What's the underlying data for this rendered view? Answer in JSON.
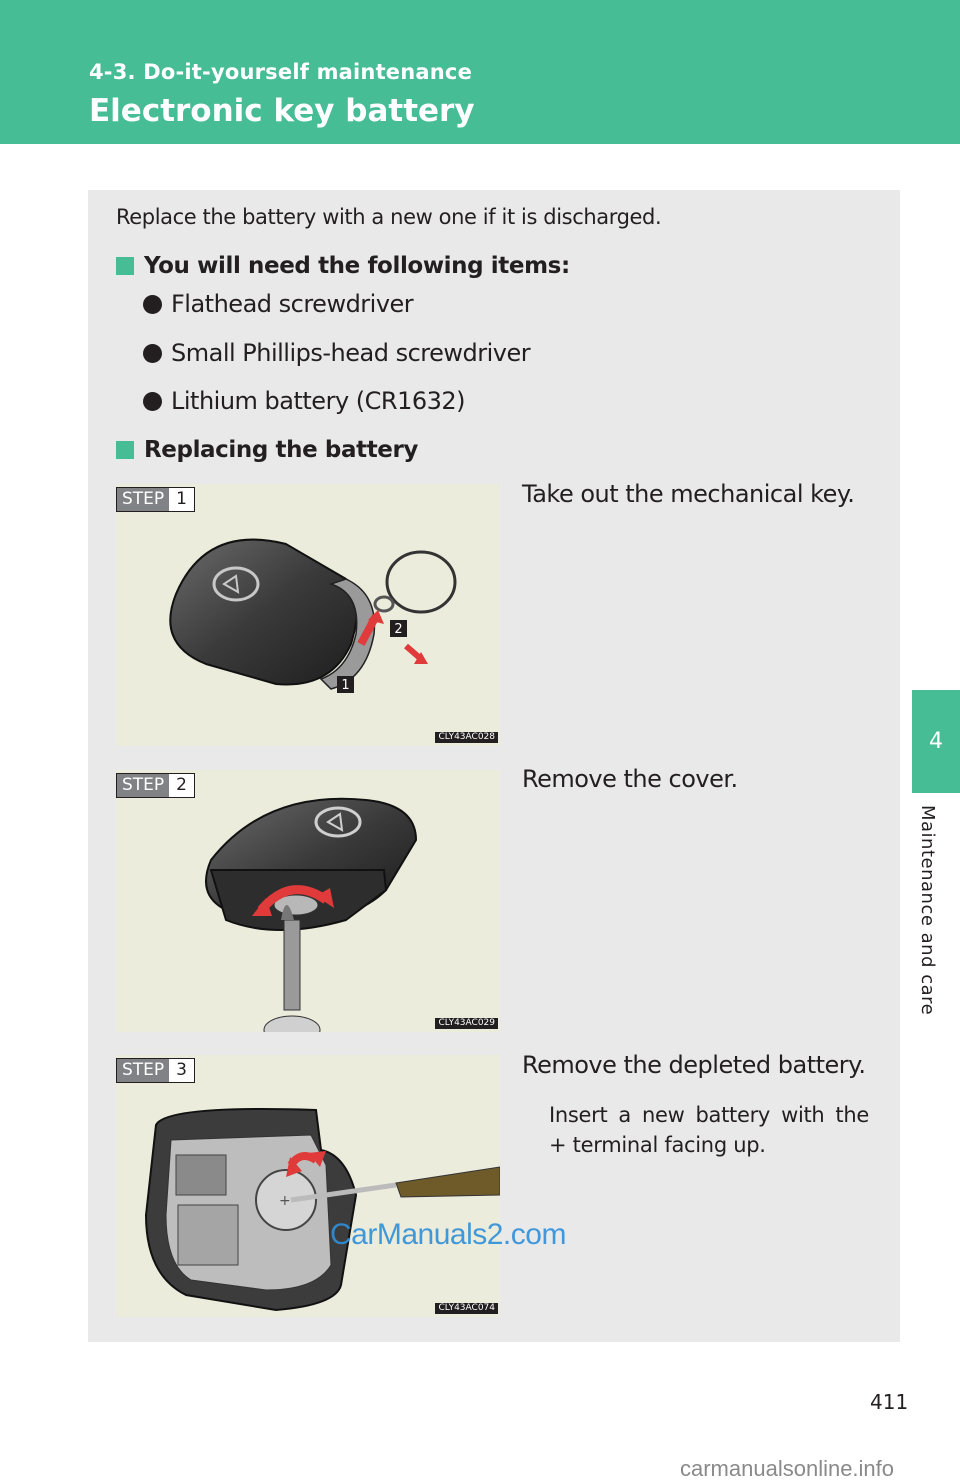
{
  "header": {
    "section": "4-3. Do-it-yourself maintenance",
    "title": "Electronic key battery"
  },
  "side_tab": {
    "chapter_number": "4",
    "chapter_title": "Maintenance and care"
  },
  "intro": "Replace the battery with a new one if it is discharged.",
  "items_heading": "You will need the following items:",
  "items": [
    "Flathead screwdriver",
    "Small Phillips-head screwdriver",
    "Lithium battery (CR1632)"
  ],
  "replacing_heading": "Replacing the battery",
  "steps": [
    {
      "step_word": "STEP",
      "number": "1",
      "text": "Take out the mechanical key.",
      "image_code": "CLY43AC028",
      "callouts": [
        "1",
        "2"
      ]
    },
    {
      "step_word": "STEP",
      "number": "2",
      "text": "Remove the cover.",
      "image_code": "CLY43AC029"
    },
    {
      "step_word": "STEP",
      "number": "3",
      "text": "Remove the depleted battery.",
      "note": "Insert a new battery with the + terminal facing up.",
      "image_code": "CLY43AC074"
    }
  ],
  "watermark": "CarManuals2.com",
  "page_number": "411",
  "footer_site": "carmanualsonline.info",
  "colors": {
    "accent": "#46bd94",
    "panel": "#e9e9e9",
    "illustration_bg": "#ececdc",
    "arrow": "#e03a3a"
  }
}
